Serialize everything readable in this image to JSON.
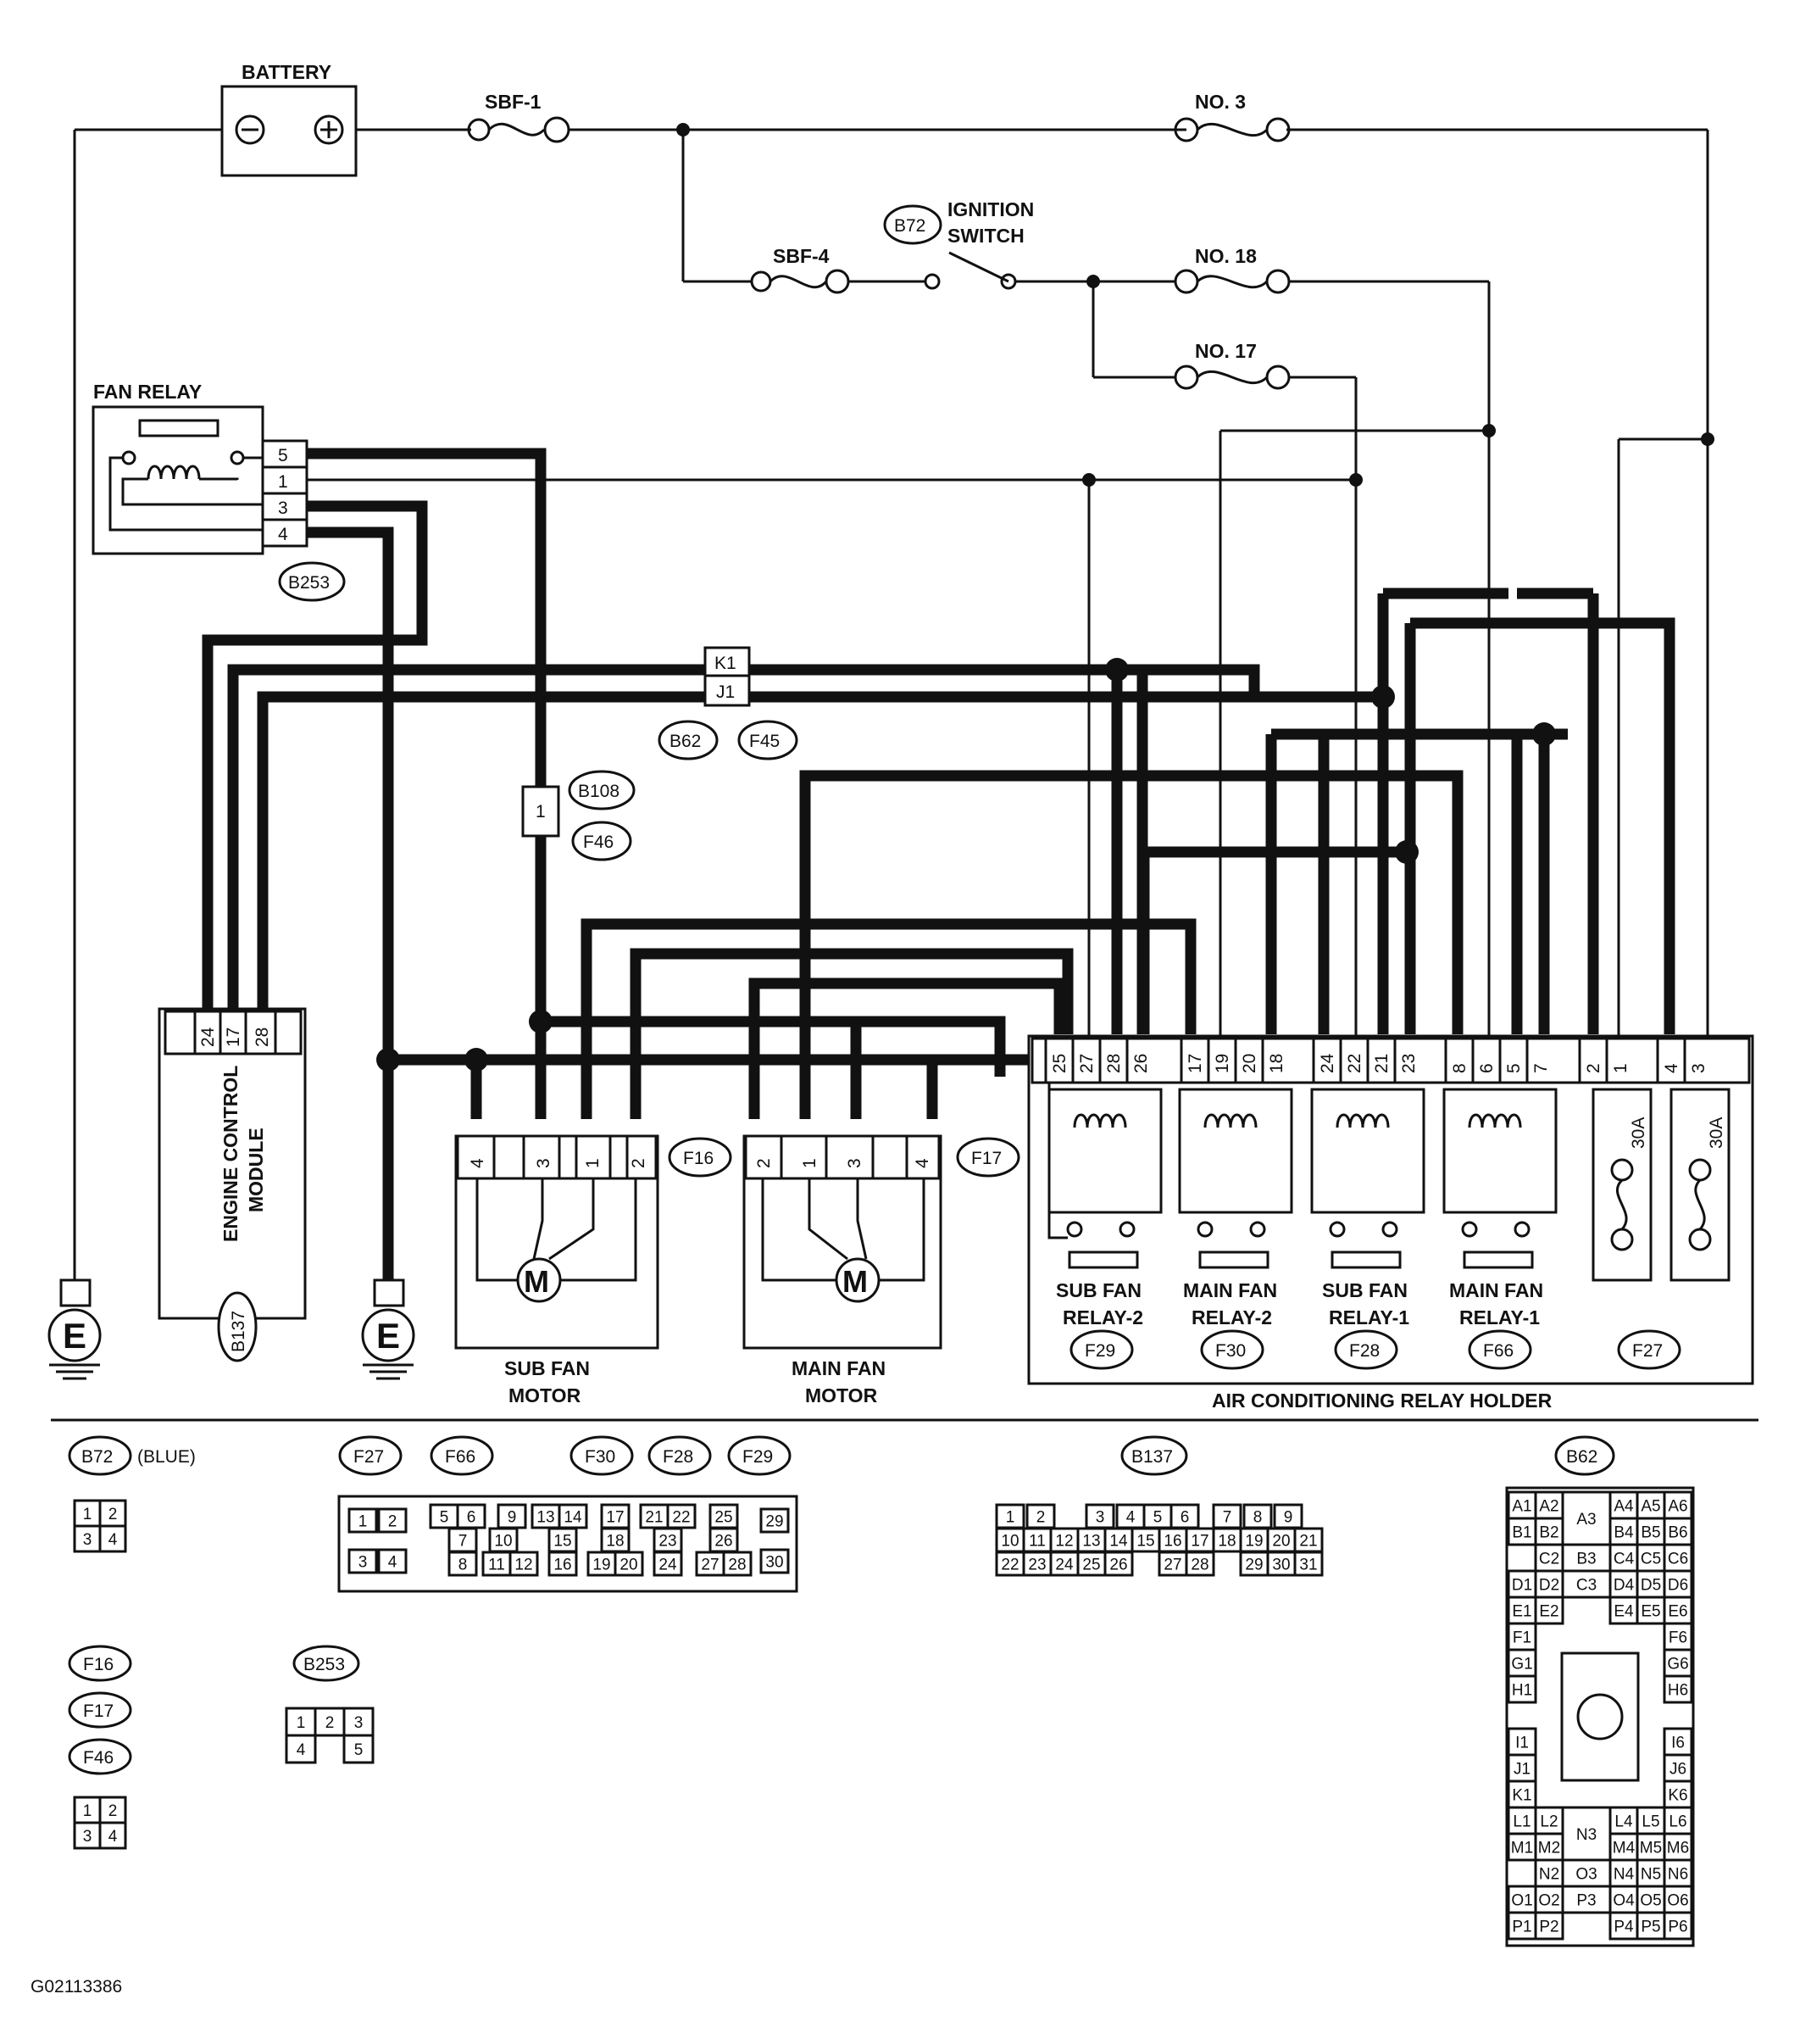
{
  "labels": {
    "battery": "BATTERY",
    "sbf1": "SBF-1",
    "sbf4": "SBF-4",
    "no3": "NO. 3",
    "no18": "NO. 18",
    "no17": "NO. 17",
    "ign_line1": "IGNITION",
    "ign_line2": "SWITCH",
    "fan_relay": "FAN RELAY",
    "ecm_line1": "ENGINE CONTROL",
    "ecm_line2": "MODULE",
    "sub_fan_1": "SUB FAN",
    "sub_fan_2": "MOTOR",
    "main_fan_1": "MAIN FAN",
    "main_fan_2": "MOTOR",
    "ac_holder": "AIR CONDITIONING RELAY HOLDER",
    "blue": "(BLUE)",
    "figure_id": "G02113386",
    "fuse_30a_1": "30A",
    "fuse_30a_2": "30A",
    "ground_1": "E",
    "ground_2": "E",
    "motor_1": "M",
    "motor_2": "M"
  },
  "connectors": {
    "b72": "B72",
    "b253": "B253",
    "b62": "B62",
    "f45": "F45",
    "b108": "B108",
    "f46": "F46",
    "b137": "B137",
    "f16": "F16",
    "f17": "F17",
    "f29": "F29",
    "f30": "F30",
    "f28": "F28",
    "f66": "F66",
    "f27": "F27"
  },
  "pins": {
    "fan_relay": [
      "5",
      "1",
      "3",
      "4"
    ],
    "k1": "K1",
    "j1": "J1",
    "b108_pin": "1",
    "ecm": [
      "24",
      "17",
      "28"
    ],
    "sub_motor": [
      "4",
      "3",
      "1",
      "2"
    ],
    "main_motor": [
      "2",
      "1",
      "3",
      "4"
    ],
    "ac_holder": [
      "25",
      "27",
      "28",
      "26",
      "17",
      "19",
      "20",
      "18",
      "24",
      "22",
      "21",
      "23",
      "8",
      "6",
      "5",
      "7",
      "2",
      "1",
      "4",
      "3"
    ]
  },
  "relays": {
    "sub2_1": "SUB FAN",
    "sub2_2": "RELAY-2",
    "main2_1": "MAIN FAN",
    "main2_2": "RELAY-2",
    "sub1_1": "SUB FAN",
    "sub1_2": "RELAY-1",
    "main1_1": "MAIN FAN",
    "main1_2": "RELAY-1"
  },
  "legend": {
    "b72_pins": [
      "1",
      "2",
      "3",
      "4"
    ],
    "f_small_pins": [
      "1",
      "2",
      "3",
      "4"
    ],
    "b253_pins": [
      "1",
      "2",
      "3",
      "4",
      "5"
    ],
    "f_connector_pins": [
      "1",
      "2",
      "5",
      "6",
      "9",
      "13",
      "14",
      "17",
      "21",
      "22",
      "25",
      "29",
      "3",
      "4",
      "7",
      "10",
      "15",
      "18",
      "23",
      "26",
      "30",
      "8",
      "11",
      "12",
      "16",
      "19",
      "20",
      "24",
      "27",
      "28"
    ],
    "b137_row1": [
      "1",
      "2",
      "3",
      "4",
      "5",
      "6",
      "7",
      "8",
      "9"
    ],
    "b137_row2": [
      "10",
      "11",
      "12",
      "13",
      "14",
      "15",
      "16",
      "17",
      "18",
      "19",
      "20",
      "21"
    ],
    "b137_row3": [
      "22",
      "23",
      "24",
      "25",
      "26",
      "27",
      "28",
      "29",
      "30",
      "31"
    ],
    "b62_left": [
      "A1",
      "A2",
      "B1",
      "B2",
      "C2",
      "D1",
      "D2",
      "E1",
      "E2",
      "F1",
      "G1",
      "H1",
      "I1",
      "J1",
      "K1",
      "L1",
      "L2",
      "M1",
      "M2",
      "N2",
      "O1",
      "O2",
      "P1",
      "P2"
    ],
    "b62_right": [
      "A4",
      "A5",
      "A6",
      "B4",
      "B5",
      "B6",
      "C4",
      "C5",
      "C6",
      "D4",
      "D5",
      "D6",
      "E4",
      "E5",
      "E6",
      "F6",
      "G6",
      "H6",
      "I6",
      "J6",
      "K6",
      "L4",
      "L5",
      "L6",
      "M4",
      "M5",
      "M6",
      "N4",
      "N5",
      "N6",
      "O4",
      "O5",
      "O6",
      "P4",
      "P5",
      "P6"
    ],
    "b62_center": [
      "A3",
      "B3",
      "C3",
      "N3",
      "O3",
      "P3"
    ]
  }
}
